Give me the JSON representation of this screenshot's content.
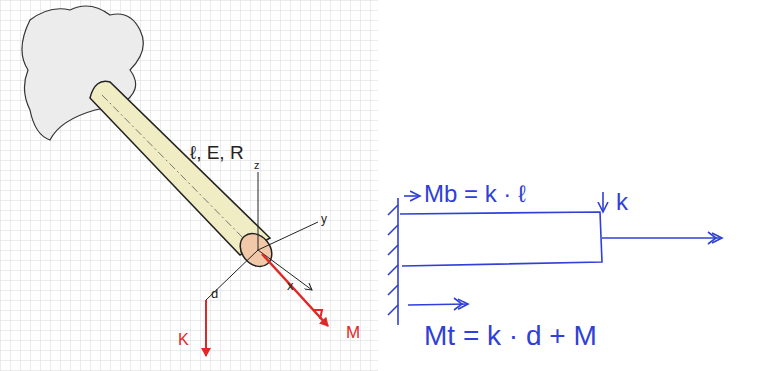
{
  "diagram": {
    "labels": [
      "ℓ, E, R",
      "z",
      "y",
      "x",
      "d",
      "K",
      "M",
      "Mb = k · ℓ",
      "k",
      "Mt = k · d + M"
    ]
  }
}
